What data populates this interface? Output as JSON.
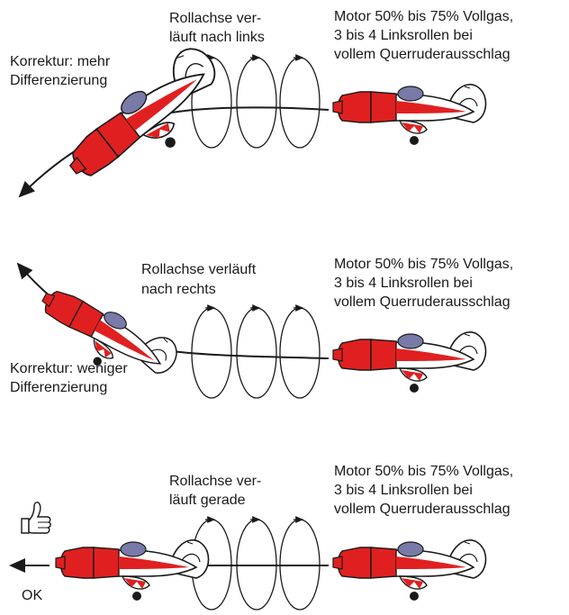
{
  "colors": {
    "plane_red": "#e02020",
    "canopy": "#7a7aa8",
    "outline": "#1a1a1a"
  },
  "panels": [
    {
      "motor": [
        "Motor 50% bis 75% Vollgas,",
        "3 bis 4 Linksrollen bei",
        "vollem Querruderausschlag"
      ],
      "axis": [
        "Rollachse ver-",
        "läuft nach links"
      ],
      "correction": [
        "Korrektur: mehr",
        "Differenzierung"
      ]
    },
    {
      "motor": [
        "Motor 50% bis 75% Vollgas,",
        "3 bis 4 Linksrollen bei",
        "vollem Querruderausschlag"
      ],
      "axis": [
        "Rollachse verläuft",
        "nach rechts"
      ],
      "correction": [
        "Korrektur: weniger",
        "Differenzierung"
      ]
    },
    {
      "motor": [
        "Motor 50% bis 75% Vollgas,",
        "3 bis 4 Linksrollen bei",
        "vollem Querruderausschlag"
      ],
      "axis": [
        "Rollachse ver-",
        "läuft gerade"
      ],
      "result": "OK",
      "icon": "thumbs-up-icon"
    }
  ]
}
